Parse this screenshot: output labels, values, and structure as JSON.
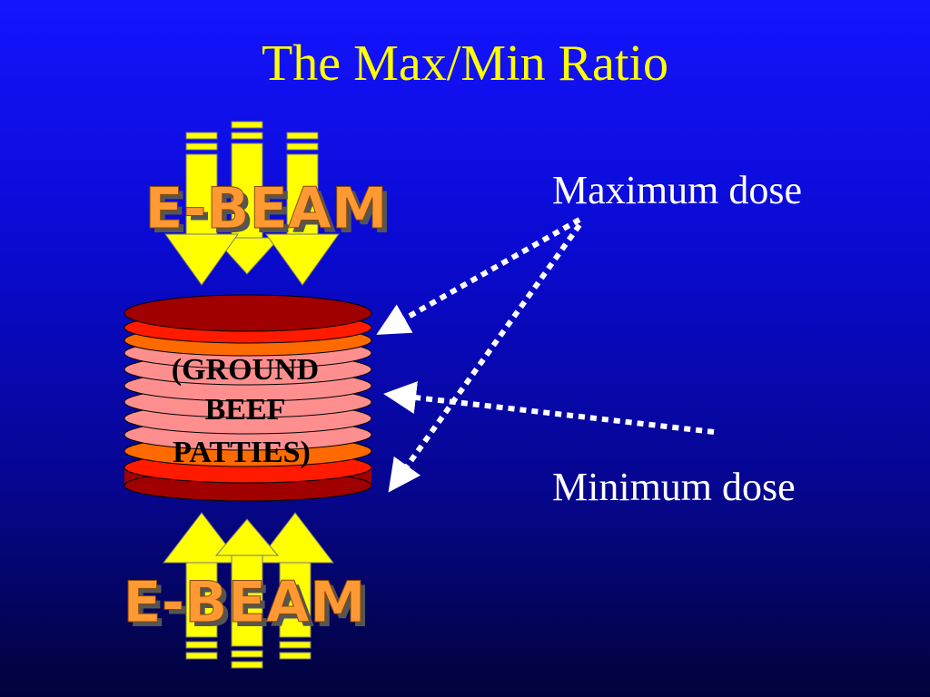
{
  "title": "The Max/Min Ratio",
  "labels": {
    "max_dose": "Maximum dose",
    "min_dose": "Minimum dose"
  },
  "beam": {
    "top_text": "E-BEAM",
    "bottom_text": "E-BEAM"
  },
  "stack": {
    "line1": "(GROUND",
    "line2": "BEEF",
    "line3": "PATTIES)"
  },
  "colors": {
    "title": "#ffff00",
    "arrow": "#ffff00",
    "beam_text": "#ff9933",
    "pointer": "#ffffff",
    "patty_dark": "#a00000",
    "patty_red": "#ff1a00",
    "patty_orange": "#ff6a00",
    "patty_pink": "#ff8f8f"
  }
}
